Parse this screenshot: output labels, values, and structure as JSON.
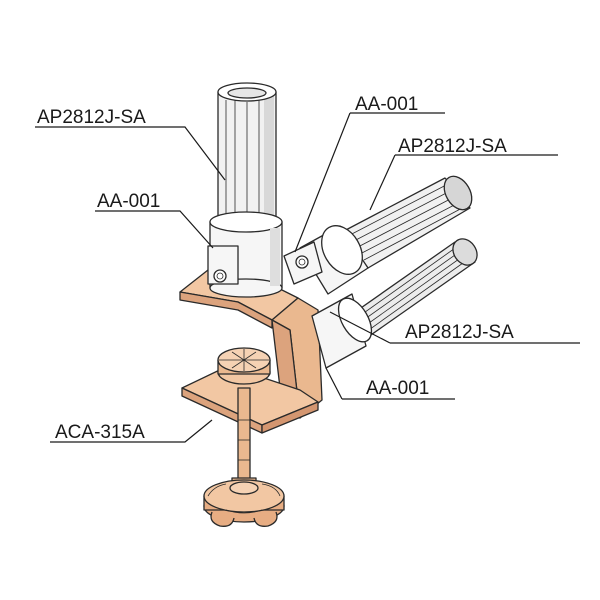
{
  "labels": {
    "pipe_vertical": "AP2812J-SA",
    "joint_top": "AA-001",
    "pipe_upper": "AP2812J-SA",
    "joint_left": "AA-001",
    "pipe_lower": "AP2812J-SA",
    "joint_bottom": "AA-001",
    "clamp": "ACA-315A"
  },
  "colors": {
    "pipe_fill": "#f1f1f1",
    "pipe_shade": "#cfcfcf",
    "joint_fill": "#f6f6f6",
    "clamp_fill": "#f2c7a3",
    "clamp_shade": "#dca37d",
    "line": "#2a2a2a"
  }
}
